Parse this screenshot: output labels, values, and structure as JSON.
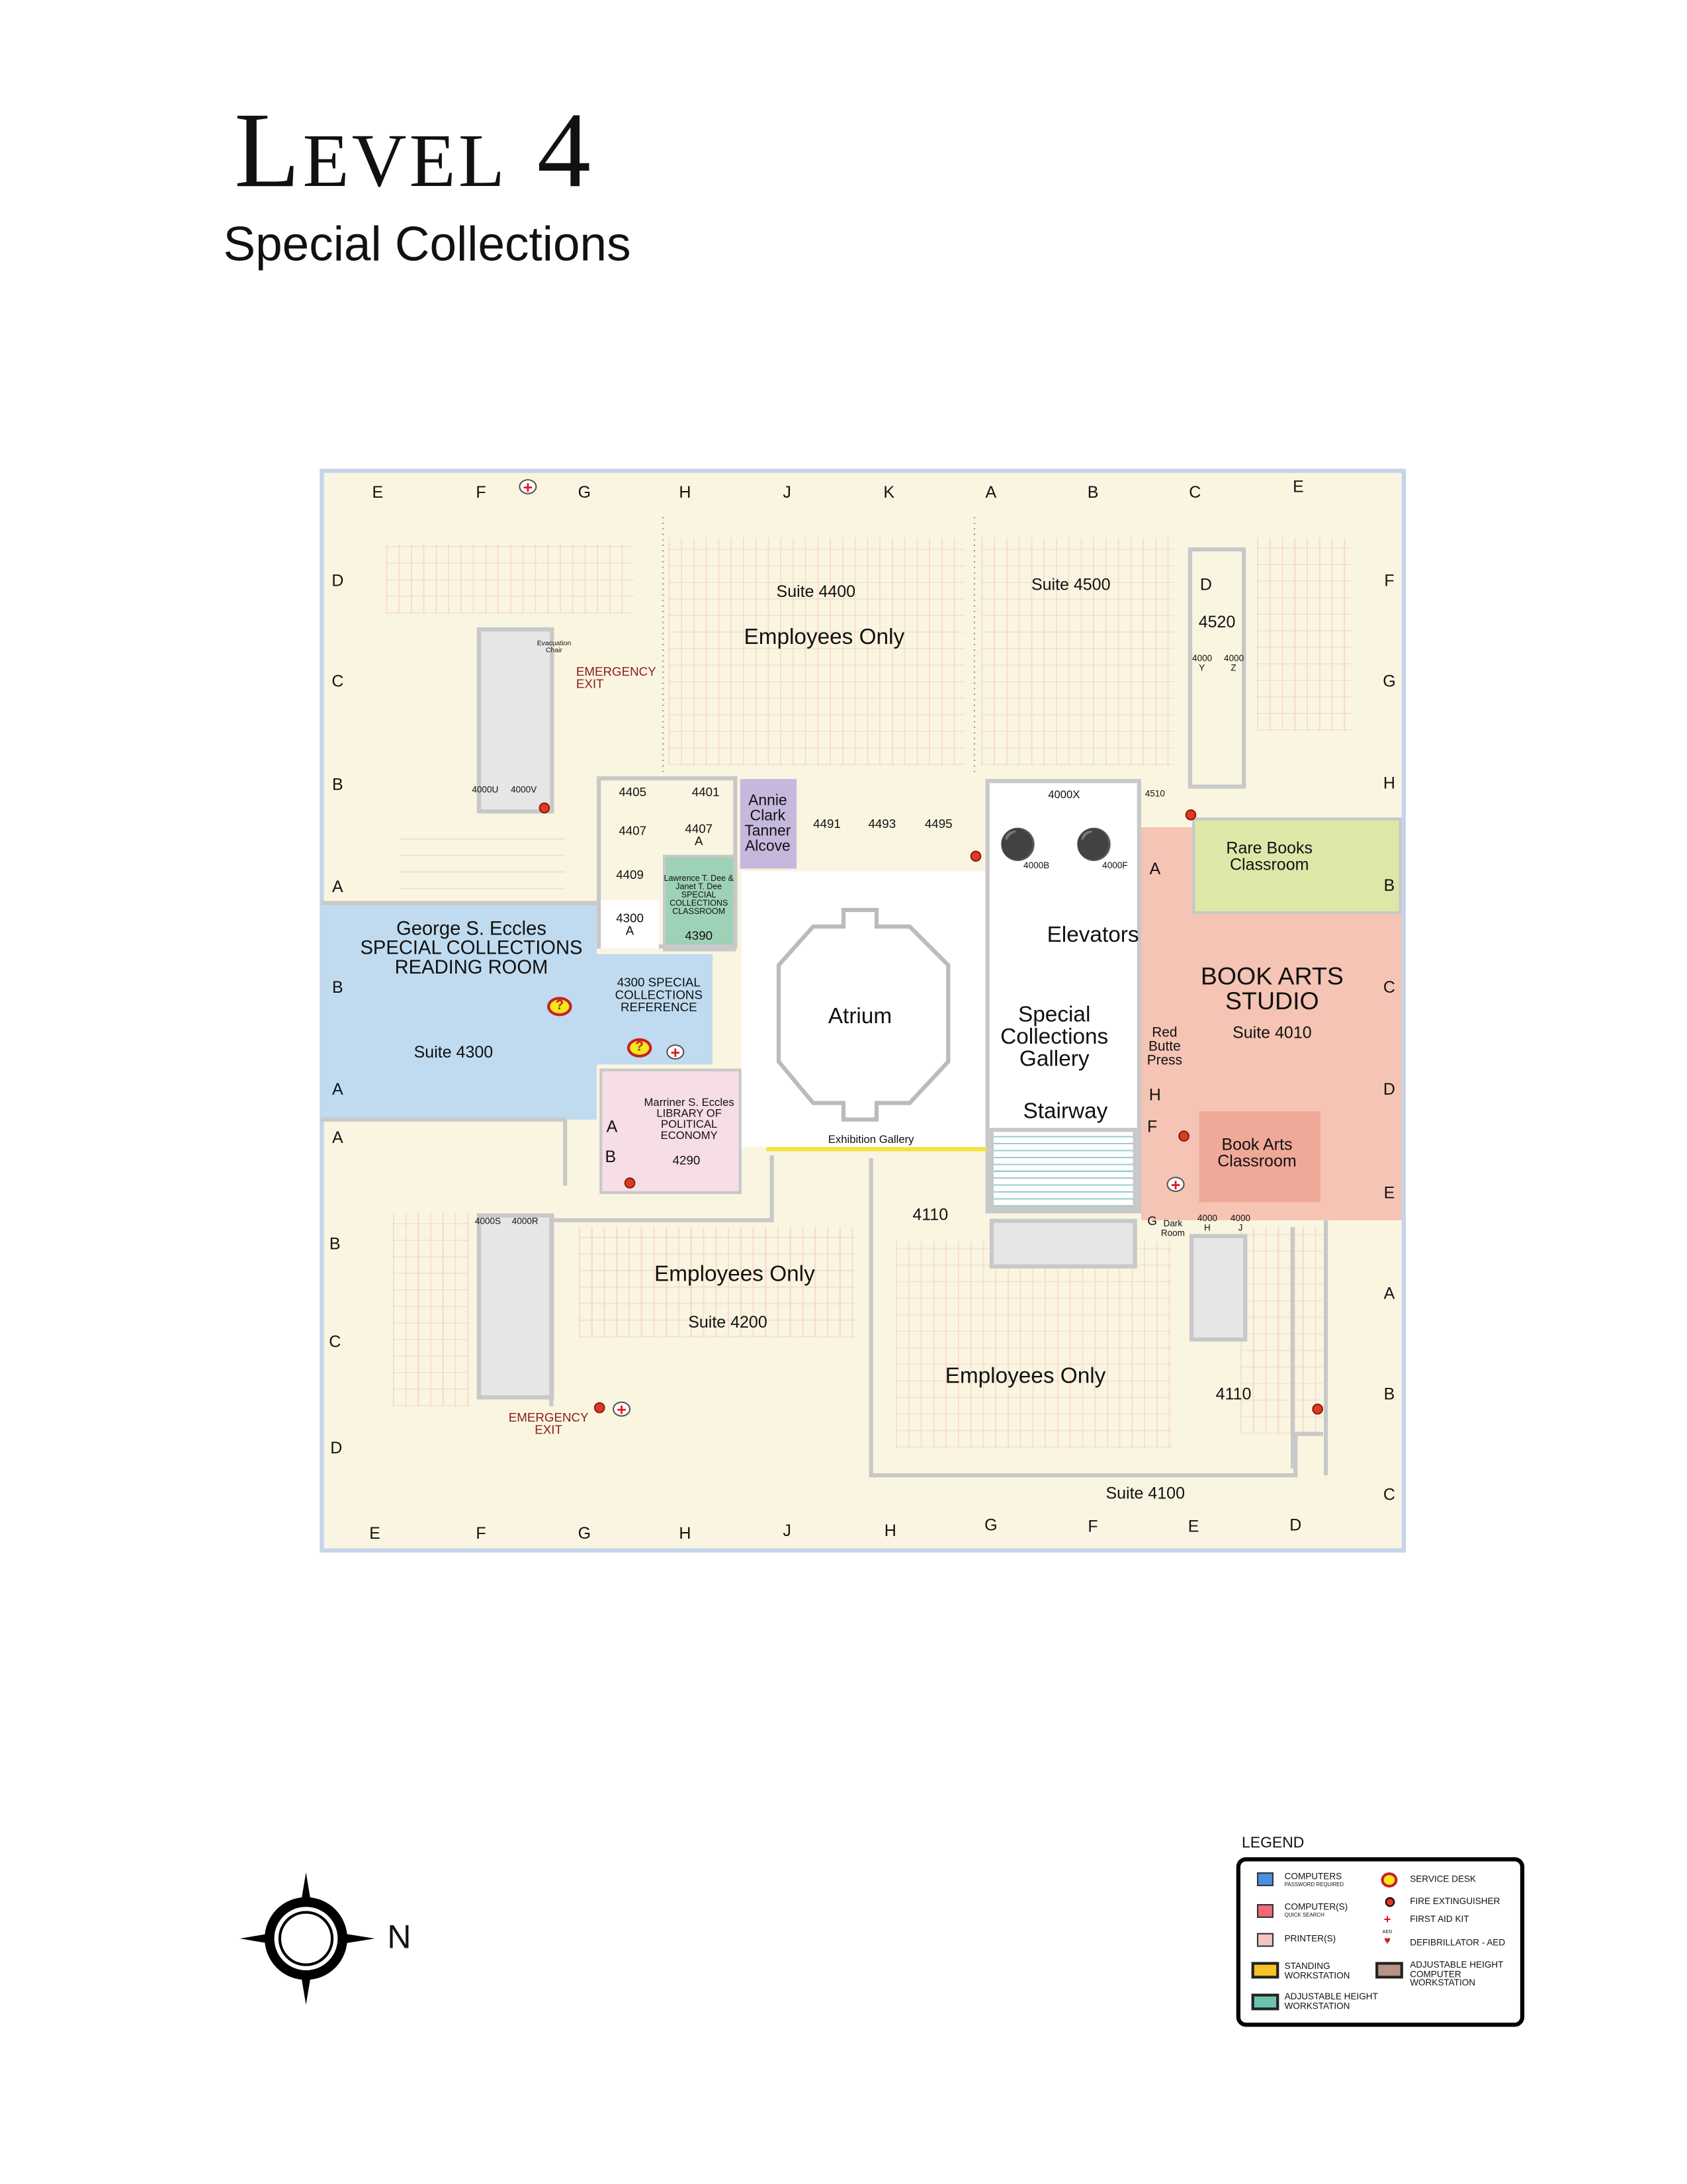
{
  "header": {
    "title": "Level 4",
    "subtitle": "Special Collections"
  },
  "rooms": {
    "suite_4400": "Suite 4400",
    "employees_only_top": "Employees Only",
    "suite_4500": "Suite 4500",
    "room_d_top": "D",
    "room_4520": "4520",
    "room_4000y": "4000 Y",
    "room_4000z": "4000 Z",
    "evac_chair": "Evacuation Chair",
    "emergency_exit_top": "EMERGENCY EXIT",
    "room_4000u": "4000U",
    "room_4000v": "4000V",
    "room_4405": "4405",
    "room_4401": "4401",
    "room_4407": "4407",
    "room_4407a": "4407 A",
    "room_4409": "4409",
    "room_4300a": "4300 A",
    "dee_classroom": "Lawrence T. Dee & Janet T. Dee SPECIAL COLLECTIONS CLASSROOM",
    "room_4390": "4390",
    "annie_alcove": "Annie Clark Tanner Alcove",
    "room_4491": "4491",
    "room_4493": "4493",
    "room_4495": "4495",
    "room_4000x": "4000X",
    "room_4510": "4510",
    "room_4000b": "4000B",
    "room_4000f": "4000F",
    "elevators": "Elevators",
    "reading_room": "George S. Eccles SPECIAL COLLECTIONS READING ROOM",
    "suite_4300": "Suite 4300",
    "reference": "4300 SPECIAL COLLECTIONS REFERENCE",
    "atrium": "Atrium",
    "gallery": "Special Collections Gallery",
    "stairway": "Stairway",
    "exhibition_gallery": "Exhibition Gallery",
    "marriner_library": "Marriner S. Eccles LIBRARY OF POLITICAL ECONOMY",
    "room_4290": "4290",
    "room_a_mid": "A",
    "room_b_mid": "B",
    "rare_books": "Rare Books Classroom",
    "room_a_right": "A",
    "book_arts_studio": "BOOK ARTS STUDIO",
    "suite_4010": "Suite 4010",
    "red_butte_press": "Red Butte Press",
    "room_h_right": "H",
    "room_f_right": "F",
    "room_g_right": "G",
    "dark_room": "Dark Room",
    "room_4000h": "4000 H",
    "room_4000j": "4000 J",
    "book_arts_classroom": "Book Arts Classroom",
    "room_4110_left": "4110",
    "room_4110_right": "4110",
    "employees_only_bottom_left": "Employees Only",
    "suite_4200": "Suite 4200",
    "employees_only_bottom_right": "Employees Only",
    "suite_4100": "Suite 4100",
    "room_4000s": "4000S",
    "room_4000r": "4000R",
    "emergency_exit_bottom": "EMERGENCY EXIT"
  },
  "bays": {
    "top": [
      "E",
      "F",
      "G",
      "H",
      "J",
      "K",
      "A",
      "B",
      "C",
      "E"
    ],
    "bottom": [
      "E",
      "F",
      "G",
      "H",
      "J",
      "H",
      "G",
      "F",
      "E",
      "D"
    ],
    "left": [
      "D",
      "C",
      "B",
      "A",
      "B",
      "A",
      "A",
      "B",
      "C",
      "D"
    ],
    "right": [
      "F",
      "G",
      "H",
      "B",
      "C",
      "D",
      "E",
      "A",
      "B",
      "C"
    ]
  },
  "compass": {
    "label": "N"
  },
  "legend": {
    "title": "LEGEND",
    "items": [
      {
        "label": "COMPUTERS",
        "sub": "PASSWORD REQUIRED",
        "icon": "computer-blue-icon"
      },
      {
        "label": "COMPUTER(S)",
        "sub": "QUICK SEARCH",
        "icon": "computer-pink-icon"
      },
      {
        "label": "PRINTER(S)",
        "icon": "printer-icon"
      },
      {
        "label": "STANDING WORKSTATION",
        "icon": "standing-workstation-icon"
      },
      {
        "label": "ADJUSTABLE HEIGHT WORKSTATION",
        "icon": "adjustable-workstation-icon"
      },
      {
        "label": "SERVICE DESK",
        "icon": "service-desk-icon"
      },
      {
        "label": "FIRE EXTINGUISHER",
        "icon": "fire-extinguisher-icon"
      },
      {
        "label": "FIRST AID KIT",
        "icon": "first-aid-icon"
      },
      {
        "label": "DEFIBRILLATOR - AED",
        "icon": "aed-icon",
        "icon_text": "AED"
      },
      {
        "label": "ADJUSTABLE HEIGHT COMPUTER WORKSTATION",
        "icon": "adjustable-computer-workstation-icon"
      }
    ]
  },
  "colors": {
    "floor": "#faf5e1",
    "reading_room": "#c0dbef",
    "political_economy": "#f6dde6",
    "dee_classroom": "#9dd2b6",
    "annie_alcove": "#c6b8dc",
    "book_arts": "#f5c4b4",
    "rare_books": "#dde7a8",
    "book_arts_classroom": "#f0a898",
    "walls": "#c8c8c8",
    "windows": "#c5d3ea"
  }
}
